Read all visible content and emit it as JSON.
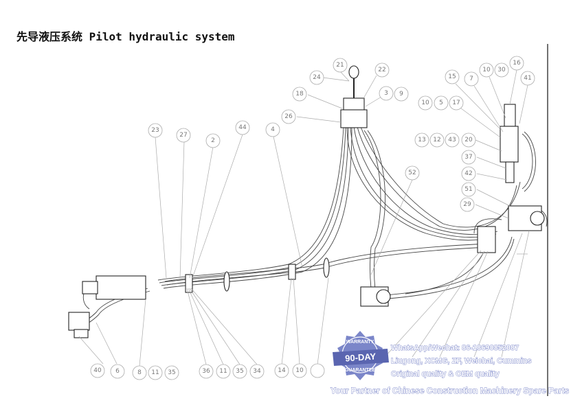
{
  "title": "先导液压系统 Pilot hydraulic system",
  "callouts": [
    "21",
    "22",
    "24",
    "18",
    "3",
    "9",
    "26",
    "23",
    "27",
    "2",
    "44",
    "4",
    "52",
    "15",
    "7",
    "10",
    "30",
    "16",
    "41",
    "5",
    "17",
    "13",
    "12",
    "43",
    "20",
    "37",
    "42",
    "51",
    "29",
    "40",
    "6",
    "8",
    "11",
    "35",
    "36",
    "34",
    "14"
  ],
  "watermark": {
    "line1": "WhatsApp/Wechat: 86-18690852087",
    "line2": "Liugong, XCMG, ZF, Weichai, Cummins",
    "line3": "Original quality & OEM quality",
    "line4": "Your Partner of Chinese Construction Machinery Spare Parts",
    "badge_top": "WARRANTY",
    "badge_main": "90-DAY",
    "badge_bottom": "GUARANTEE",
    "color": "#7b86c9"
  }
}
